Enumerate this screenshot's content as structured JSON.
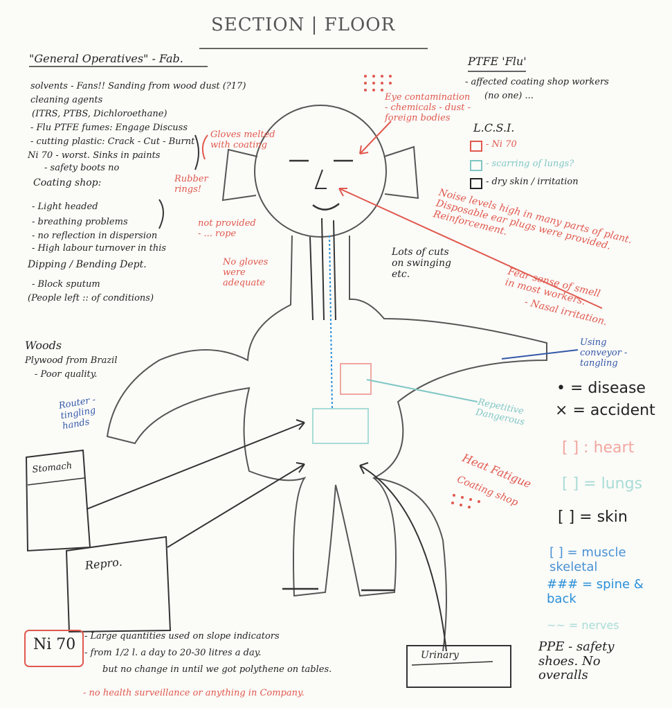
{
  "title": "SECTION | FLOOR",
  "left_notes": {
    "general": "\"General Operatives\" - Fab.",
    "lines": [
      "solvents - Fans!! Sanding from wood dust (?17)",
      "cleaning agents",
      "(ITRS, PTBS, Dichloroethane)",
      "- Flu PTFE fumes: Engage Discuss",
      "- cutting plastic: Crack - Cut - Burnt",
      "Ni 70 - worst. Sinks in paints",
      "- safety boots no",
      "Coating shop:",
      "- Light headed",
      "- breathing problems",
      "- no reflection in dispersion",
      "- High labour turnover in this",
      "Dipping / Bending Dept.",
      "- Block sputum",
      "(People left :: of conditions)"
    ],
    "woods_title": "Woods",
    "woods_lines": [
      "Plywood from Brazil",
      "- Poor quality."
    ]
  },
  "red_notes": {
    "gloves": "Gloves melted with coating",
    "rubber": "Rubber rings!",
    "not_provided": "not provided - ... rope",
    "no_gloves": "No gloves were adequate",
    "eye": "Eye contamination - chemicals - dust - foreign bodies",
    "noise": "Noise levels high in many parts of plant. Disposable ear plugs were provided. Reinforcement.",
    "fear": "Fear sense of smell in most workers.",
    "nasal": "- Nasal irritation.",
    "heat": "Heat Fatigue",
    "coating_shop": "Coating shop",
    "bottom": "- no health surveillance or anything in Company."
  },
  "right_notes": {
    "ptfe_title": "PTFE 'Flu'",
    "ptfe_lines": [
      "- affected coating shop workers",
      "(no one) ..."
    ],
    "lcsi_title": "L.C.S.I.",
    "lcsi_items": [
      {
        "label": "- Ni 70",
        "color": "#e0584d"
      },
      {
        "label": "- scarring of lungs?",
        "color": "#7fc7c4"
      },
      {
        "label": "- dry skin / irritation",
        "color": "#222222"
      }
    ],
    "using_conveyor": "Using conveyor - tangling",
    "repetitive": "Repetitive Dangerous",
    "lots": "Lots of cuts on swinging etc.",
    "ppe": "PPE - safety shoes. No overalls"
  },
  "legend": [
    {
      "symbol": "•",
      "label": "= disease",
      "color": "#222222"
    },
    {
      "symbol": "×",
      "label": "= accident",
      "color": "#222222"
    },
    {
      "symbol": "[ ]",
      "label": ": heart",
      "color": "#f1a7a0"
    },
    {
      "symbol": "[ ]",
      "label": "= lungs",
      "color": "#a8dcd6"
    },
    {
      "symbol": "[ ]",
      "label": "= skin",
      "color": "#222222"
    },
    {
      "symbol": "[ ]",
      "label": "= muscle skeletal",
      "color": "#4a90d4"
    },
    {
      "symbol": "###",
      "label": "= spine & back",
      "color": "#2a8fd8"
    },
    {
      "symbol": "~~",
      "label": "= nerves",
      "color": "#a8dcd6"
    }
  ],
  "boxes": {
    "stomach": "Stomach",
    "repro": "Repro.",
    "urinary": "Urinary"
  },
  "blue_notes": {
    "router": "Router - tingling hands"
  },
  "bottom": {
    "badge": "Ni 70",
    "lines": [
      "- Large quantities used on slope indicators",
      "- from 1/2 l. a day to 20-30 litres a day.",
      "but no change in until we got polythene on tables."
    ]
  },
  "colors": {
    "black_marker": "#222222",
    "red_marker": "#e0584d",
    "blue_marker": "#3357a8",
    "teal_marker": "#7fc7c4",
    "gray_marker": "#555555"
  }
}
